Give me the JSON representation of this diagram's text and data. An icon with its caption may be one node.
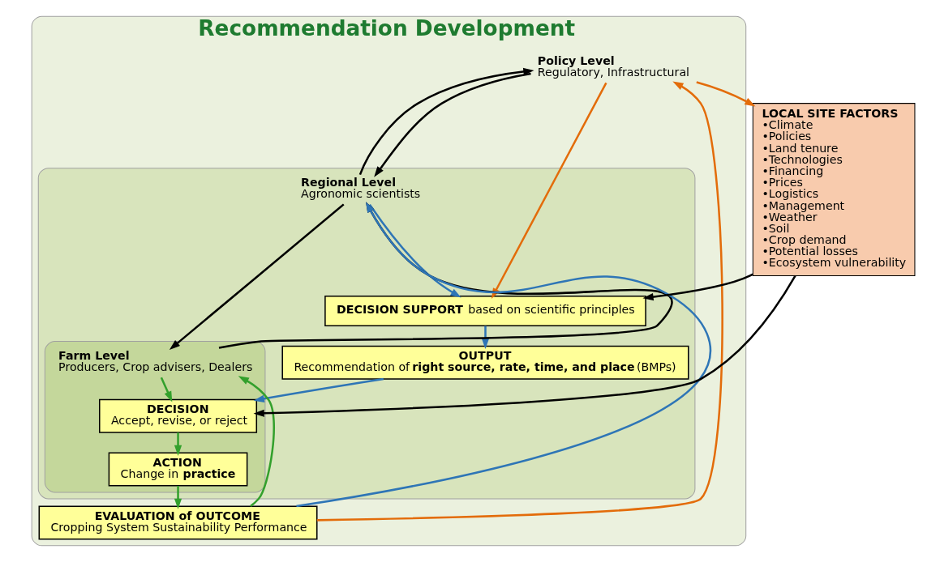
{
  "diagram": {
    "nodes": [
      {
        "text": [
          "Recommendation Development"
        ]
      },
      {
        "text": [
          "Policy Level",
          "Regulatory, Infrastructural"
        ],
        "in": 0
      },
      {
        "text": [],
        "shape": "box",
        "in": 0
      },
      {
        "text": [
          "Regional Level",
          "Agronomic scientists"
        ],
        "in": 2
      },
      {
        "text": [
          "**DECISION SUPPORT** based on scientific principles"
        ],
        "in": 2
      },
      {
        "text": [
          "OUTPUT",
          "Recommendation of **right source, rate, time, and place** (BMPs)"
        ],
        "in": 2
      },
      {
        "text": [],
        "shape": "box",
        "in": 2
      },
      {
        "text": [
          "Farm Level",
          "Producers, Crop advisers, Dealers"
        ],
        "in": 6
      },
      {
        "text": [
          "DECISION",
          "Accept, revise, or reject"
        ],
        "in": 6
      },
      {
        "text": [
          "ACTION",
          "Change in **practice**"
        ],
        "in": 6
      },
      {
        "text": [
          "EVALUATION of OUTCOME",
          "Cropping System Sustainability Performance"
        ],
        "in": 0
      },
      {
        "text": [
          "LOCAL SITE FACTORS",
          "•Climate",
          "•Policies",
          "•Land tenure",
          "•Technologies",
          "•Financing",
          "•Prices",
          "•Logistics",
          "•Management",
          "•Weather",
          "•Soil",
          "•Crop demand",
          "•Potential losses",
          "•Ecosystem vulnerability"
        ]
      }
    ],
    "edges": [
      {
        "from": 10,
        "to": 1,
        "arrow": "to",
        "color": "#e36c0a"
      },
      {
        "from": 1,
        "to": 11,
        "arrow": "to",
        "color": "#e36c0a"
      },
      {
        "from": 1,
        "to": 4,
        "arrow": "to",
        "color": "#e36c0a"
      },
      {
        "from": 1,
        "to": 3,
        "arrow": "to"
      },
      {
        "from": 3,
        "to": 1,
        "arrow": "to"
      },
      {
        "from": 3,
        "to": 7,
        "arrow": "to"
      },
      {
        "from": 7,
        "to": 3,
        "arrow": "to"
      },
      {
        "from": 10,
        "to": 3,
        "arrow": "to",
        "color": "#2e75b6"
      },
      {
        "from": 3,
        "to": 4,
        "arrow": "to",
        "color": "#2e75b6"
      },
      {
        "from": 4,
        "to": 5,
        "arrow": "to",
        "color": "#2e75b6"
      },
      {
        "from": 5,
        "to": 8,
        "arrow": "to",
        "color": "#2e75b6"
      },
      {
        "from": 7,
        "to": 8,
        "arrow": "to",
        "color": "#33a02c"
      },
      {
        "from": 8,
        "to": 9,
        "arrow": "to",
        "color": "#33a02c"
      },
      {
        "from": 9,
        "to": 10,
        "arrow": "to",
        "color": "#33a02c"
      },
      {
        "from": 10,
        "to": 7,
        "arrow": "to",
        "color": "#33a02c"
      },
      {
        "from": 11,
        "to": 4,
        "arrow": "to"
      },
      {
        "from": 11,
        "to": 8,
        "arrow": "to"
      }
    ]
  }
}
